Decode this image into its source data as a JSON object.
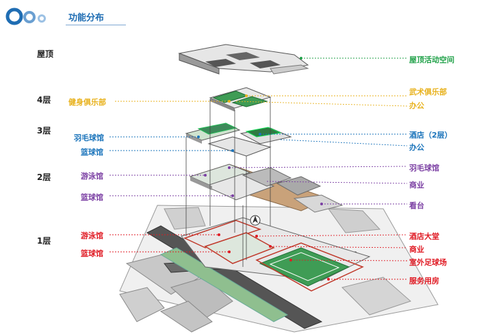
{
  "header": {
    "title": "功能分布",
    "accent_color": "#1f6db3"
  },
  "levels": {
    "roof": "屋顶",
    "f4": "4层",
    "f3": "3层",
    "f2": "2层",
    "f1": "1层"
  },
  "labels_left": {
    "fitness_club": "健身俱乐部",
    "badminton_3f": "羽毛球馆",
    "basketball_3f": "篮球馆",
    "swimming_2f": "游泳馆",
    "basketball_2f": "篮球馆",
    "swimming_1f": "游泳馆",
    "basketball_1f": "篮球馆"
  },
  "labels_right": {
    "roof_activity": "屋顶活动空间",
    "martial_club": "武术俱乐部",
    "office_4f": "办公",
    "hotel": "酒店（2层）",
    "office_3f": "办公",
    "badminton_2f": "羽毛球馆",
    "commerce_2f": "商业",
    "stands": "看台",
    "hotel_lobby": "酒店大堂",
    "commerce_1f": "商业",
    "outdoor_football": "室外足球场",
    "service_rooms": "服务用房"
  },
  "colors": {
    "green": "#22a24a",
    "yellow": "#e8b21e",
    "blue": "#1b74bb",
    "purple": "#7b3fa3",
    "red": "#e01b24"
  }
}
